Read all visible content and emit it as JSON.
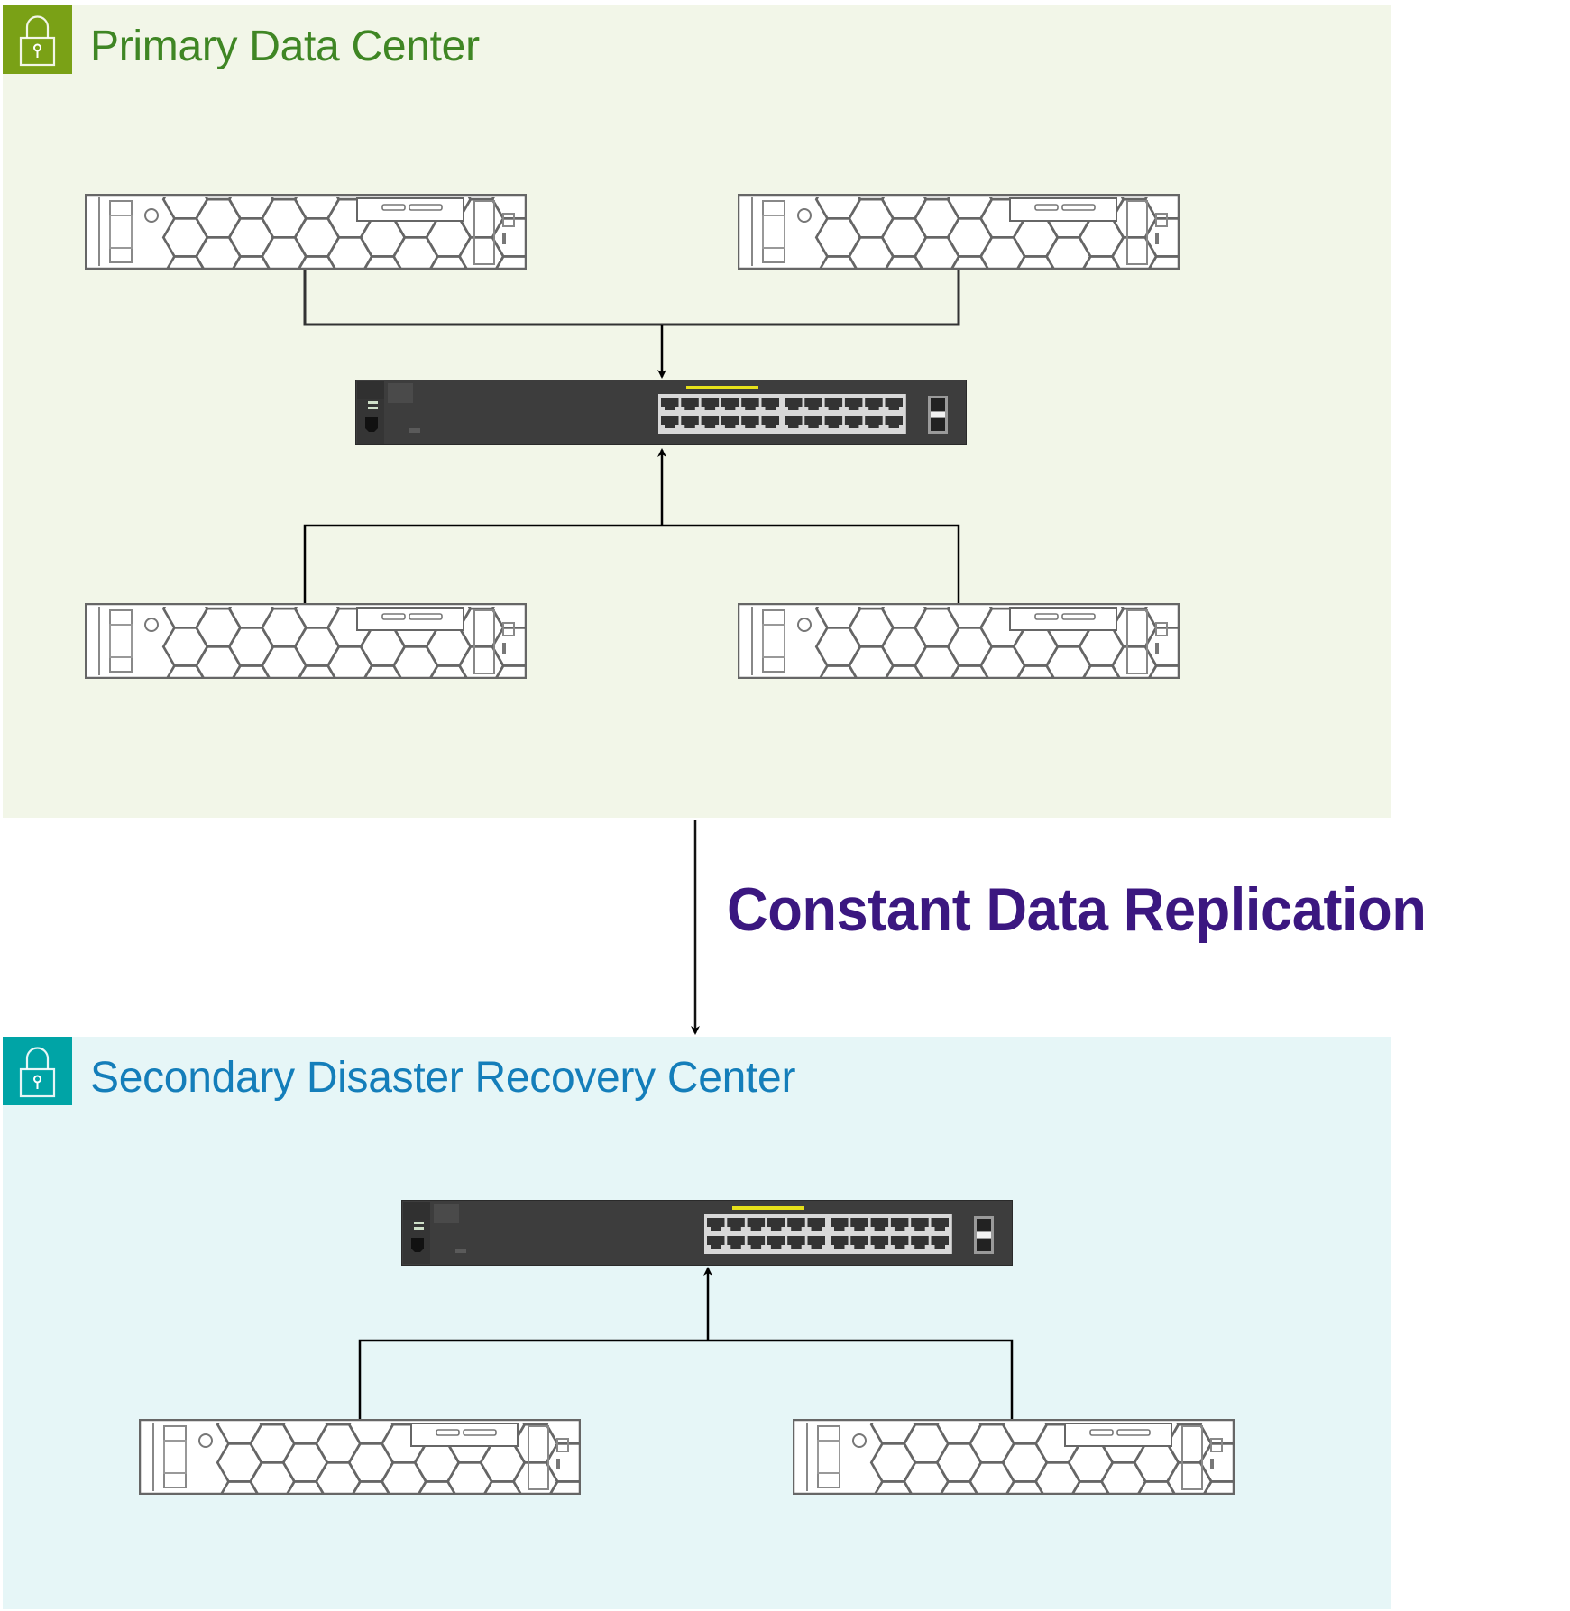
{
  "diagram": {
    "groups": [
      {
        "id": "primary",
        "title": "Primary Data Center",
        "icon": "padlock-icon",
        "colors": {
          "icon_bg": "#7aa116",
          "title": "#3f8624",
          "background": "#f2f6e8"
        },
        "servers": 4,
        "switches": 1
      },
      {
        "id": "secondary",
        "title": "Secondary Disaster Recovery Center",
        "icon": "padlock-icon",
        "colors": {
          "icon_bg": "#00a4a6",
          "title": "#147eba",
          "background": "#e6f6f7"
        },
        "servers": 2,
        "switches": 1
      }
    ],
    "connection": {
      "label": "Constant Data Replication",
      "from": "Primary Data Center",
      "to": "Secondary Disaster Recovery Center",
      "label_color": "#3b1780"
    },
    "nodes": [
      {
        "id": "p-server-1",
        "type": "rack-server",
        "group": "primary"
      },
      {
        "id": "p-server-2",
        "type": "rack-server",
        "group": "primary"
      },
      {
        "id": "p-switch",
        "type": "network-switch",
        "group": "primary"
      },
      {
        "id": "p-server-3",
        "type": "rack-server",
        "group": "primary"
      },
      {
        "id": "p-server-4",
        "type": "rack-server",
        "group": "primary"
      },
      {
        "id": "s-switch",
        "type": "network-switch",
        "group": "secondary"
      },
      {
        "id": "s-server-1",
        "type": "rack-server",
        "group": "secondary"
      },
      {
        "id": "s-server-2",
        "type": "rack-server",
        "group": "secondary"
      }
    ],
    "edges": [
      {
        "from": "p-server-1",
        "to": "p-switch"
      },
      {
        "from": "p-server-2",
        "to": "p-switch"
      },
      {
        "from": "p-server-3",
        "to": "p-switch"
      },
      {
        "from": "p-server-4",
        "to": "p-switch"
      },
      {
        "from": "Primary Data Center",
        "to": "Secondary Disaster Recovery Center",
        "label": "Constant Data Replication"
      },
      {
        "from": "s-server-1",
        "to": "s-switch"
      },
      {
        "from": "s-server-2",
        "to": "s-switch"
      }
    ]
  }
}
